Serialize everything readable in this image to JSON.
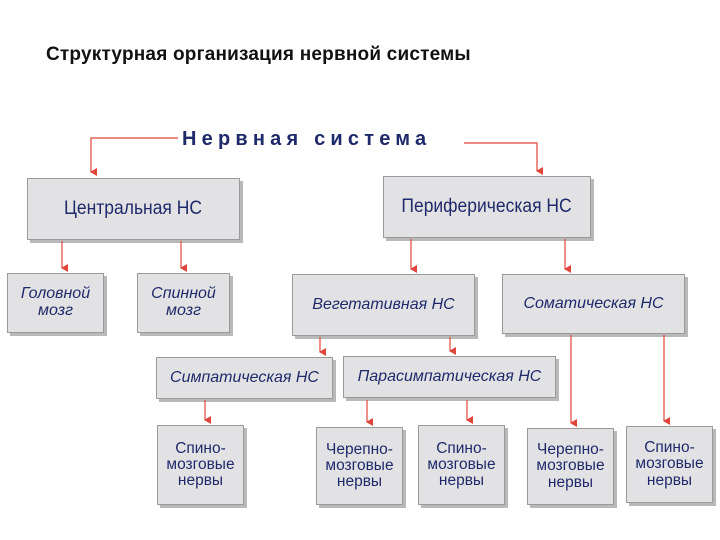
{
  "slide_title": "Структурная организация нервной системы",
  "root": "Нервная система",
  "central": {
    "label": "Центральная НС",
    "children": [
      "Головной\nмозг",
      "Спинной\nмозг"
    ]
  },
  "peripheral": {
    "label": "Периферическая НС",
    "vegetative": {
      "label": "Вегетативная НС",
      "sympathetic": {
        "label": "Симпатическая НС",
        "children": [
          "Спино-\nмозговые\nнервы"
        ]
      },
      "parasympathetic": {
        "label": "Парасимпатическая НС",
        "children": [
          "Черепно-\nмозговые\nнервы",
          "Спино-\nмозговые\nнервы"
        ]
      }
    },
    "somatic": {
      "label": "Соматическая НС",
      "children": [
        "Черепно-\nмозговые\nнервы",
        "Спино-\nмозговые\nнервы"
      ]
    }
  },
  "colors": {
    "arrow": "#e0453a",
    "box_fill": "#e2e2e4",
    "text": "#1f2a6b"
  }
}
